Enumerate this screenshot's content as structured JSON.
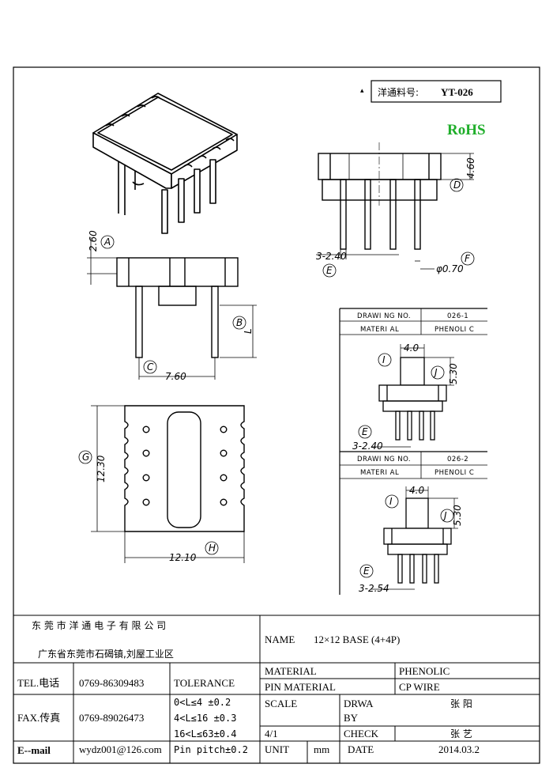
{
  "part_code": {
    "label": "洋通料号:",
    "value": "YT-026"
  },
  "rohs": {
    "text": "RoHS",
    "color": "#1fae2a"
  },
  "callouts": {
    "A": "A",
    "B": "B",
    "C": "C",
    "D": "D",
    "E": "E",
    "F": "F",
    "G": "G",
    "H": "H",
    "I": "I",
    "J": "J"
  },
  "dims": {
    "a": "2.60",
    "b": "L",
    "c": "7.60",
    "d": "4.60",
    "e": "3-2.40",
    "f": "φ0.70",
    "g": "12.30",
    "h": "12.10"
  },
  "variants": [
    {
      "drawing_label": "DRAWI NG NO.",
      "drawing_no": "026-1",
      "material_label": "MATERI AL",
      "material": "PHENOLI C",
      "i": "4.0",
      "j": "5.30",
      "e": "3-2.40"
    },
    {
      "drawing_label": "DRAWI NG NO.",
      "drawing_no": "026-2",
      "material_label": "MATERI AL",
      "material": "PHENOLI C",
      "i": "4.0",
      "j": "5.30",
      "e": "3-2.54"
    }
  ],
  "title_block": {
    "company": "东 莞 市 洋 通 电 子 有 限 公 司",
    "address": "广东省东莞市石碣镇,刘屋工业区",
    "name_label": "NAME",
    "name_value": "12×12 BASE (4+4P)",
    "tel_label": "TEL.电话",
    "tel_value": "0769-86309483",
    "fax_label": "FAX.传真",
    "fax_value": "0769-89026473",
    "email_label": "E--mail",
    "email_value": "wydz001@126.com",
    "tolerance_label": "TOLERANCE",
    "tolerances": [
      "0<L≤4   ±0.2",
      "4<L≤16  ±0.3",
      "16<L≤63±0.4",
      "Pin pitch±0.2"
    ],
    "material_label": "MATERIAL",
    "material_value": "PHENOLIC",
    "pin_material_label": "PIN MATERIAL",
    "pin_material_value": "CP WIRE",
    "scale_label": "SCALE",
    "scale_value": "4/1",
    "drawn_by_label_1": "DRWA",
    "drawn_by_label_2": "BY",
    "drawn_by_value": "张 阳",
    "check_label": "CHECK",
    "check_value": "张 艺",
    "unit_label": "UNIT",
    "unit_value": "mm",
    "date_label": "DATE",
    "date_value": "2014.03.2"
  }
}
